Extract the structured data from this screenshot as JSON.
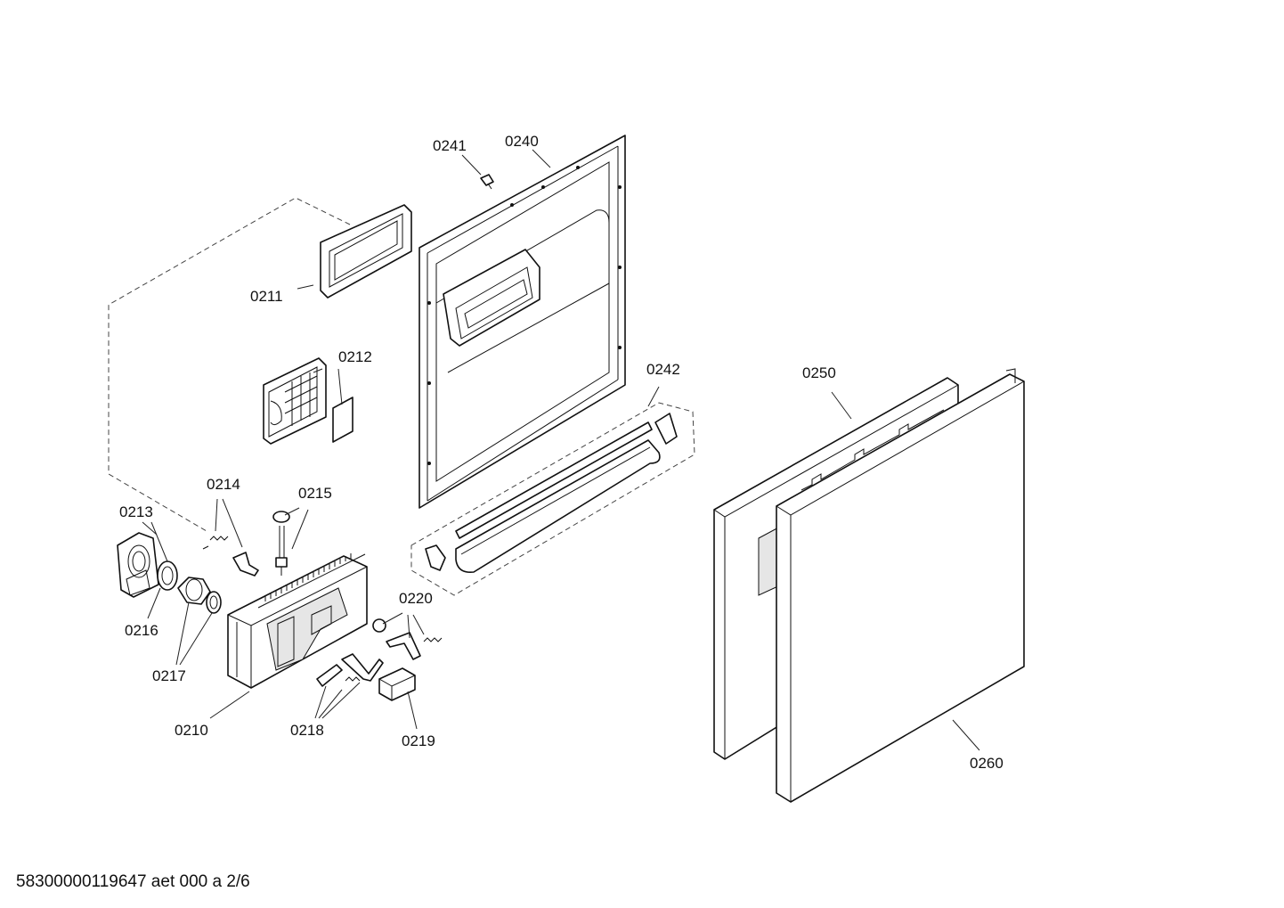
{
  "document_id": "58300000119647 aet 000 a 2/6",
  "labels": {
    "p0210": "0210",
    "p0211": "0211",
    "p0212": "0212",
    "p0213": "0213",
    "p0214": "0214",
    "p0215": "0215",
    "p0216": "0216",
    "p0217": "0217",
    "p0218": "0218",
    "p0219": "0219",
    "p0220": "0220",
    "p0240": "0240",
    "p0241": "0241",
    "p0242": "0242",
    "p0250": "0250",
    "p0260": "0260"
  }
}
